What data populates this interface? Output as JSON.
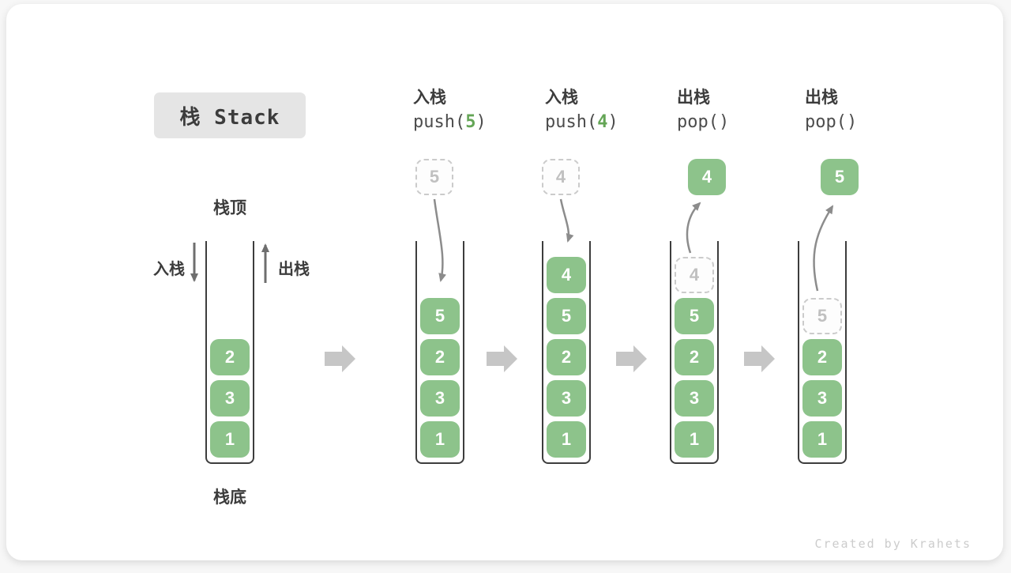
{
  "title": "栈 Stack",
  "watermark": "Created by Krahets",
  "stack_labels": {
    "top": "栈顶",
    "bottom": "栈底",
    "push_side": "入栈",
    "pop_side": "出栈"
  },
  "colors": {
    "block_green": "#8dc38b",
    "accent_number_green": "#64a556",
    "title_bg": "#e5e5e5",
    "text_dark": "#3c3c3c",
    "code_text": "#4c4c4c",
    "wall": "#3d3d3d",
    "ghost_border": "#cbcbcb",
    "ghost_text": "#c0c0c0",
    "curve_arrow": "#8c8c8c",
    "direction_arrow": "#6e6e6e",
    "flow_arrow": "#c6c6c6",
    "watermark": "#cccccc"
  },
  "columns": [
    {
      "name": "initial-stack",
      "header": null,
      "floating": null,
      "cells": [
        {
          "row": 2,
          "value": "2"
        },
        {
          "row": 3,
          "value": "3"
        },
        {
          "row": 4,
          "value": "1"
        }
      ]
    },
    {
      "name": "push-5",
      "header": {
        "label": "入栈",
        "code_pre": "push(",
        "code_arg": "5",
        "code_post": ")"
      },
      "floating": {
        "value": "5",
        "ghost": true
      },
      "cells": [
        {
          "row": 1,
          "value": "5"
        },
        {
          "row": 2,
          "value": "2"
        },
        {
          "row": 3,
          "value": "3"
        },
        {
          "row": 4,
          "value": "1"
        }
      ]
    },
    {
      "name": "push-4",
      "header": {
        "label": "入栈",
        "code_pre": "push(",
        "code_arg": "4",
        "code_post": ")"
      },
      "floating": {
        "value": "4",
        "ghost": true
      },
      "cells": [
        {
          "row": 0,
          "value": "4"
        },
        {
          "row": 1,
          "value": "5"
        },
        {
          "row": 2,
          "value": "2"
        },
        {
          "row": 3,
          "value": "3"
        },
        {
          "row": 4,
          "value": "1"
        }
      ]
    },
    {
      "name": "pop-4",
      "header": {
        "label": "出栈",
        "code_pre": "pop(",
        "code_arg": "",
        "code_post": ")"
      },
      "floating": {
        "value": "4",
        "ghost": false
      },
      "cells": [
        {
          "row": 0,
          "value": "4",
          "ghost": true
        },
        {
          "row": 1,
          "value": "5"
        },
        {
          "row": 2,
          "value": "2"
        },
        {
          "row": 3,
          "value": "3"
        },
        {
          "row": 4,
          "value": "1"
        }
      ]
    },
    {
      "name": "pop-5",
      "header": {
        "label": "出栈",
        "code_pre": "pop(",
        "code_arg": "",
        "code_post": ")"
      },
      "floating": {
        "value": "5",
        "ghost": false
      },
      "cells": [
        {
          "row": 1,
          "value": "5",
          "ghost": true
        },
        {
          "row": 2,
          "value": "2"
        },
        {
          "row": 3,
          "value": "3"
        },
        {
          "row": 4,
          "value": "1"
        }
      ]
    }
  ]
}
